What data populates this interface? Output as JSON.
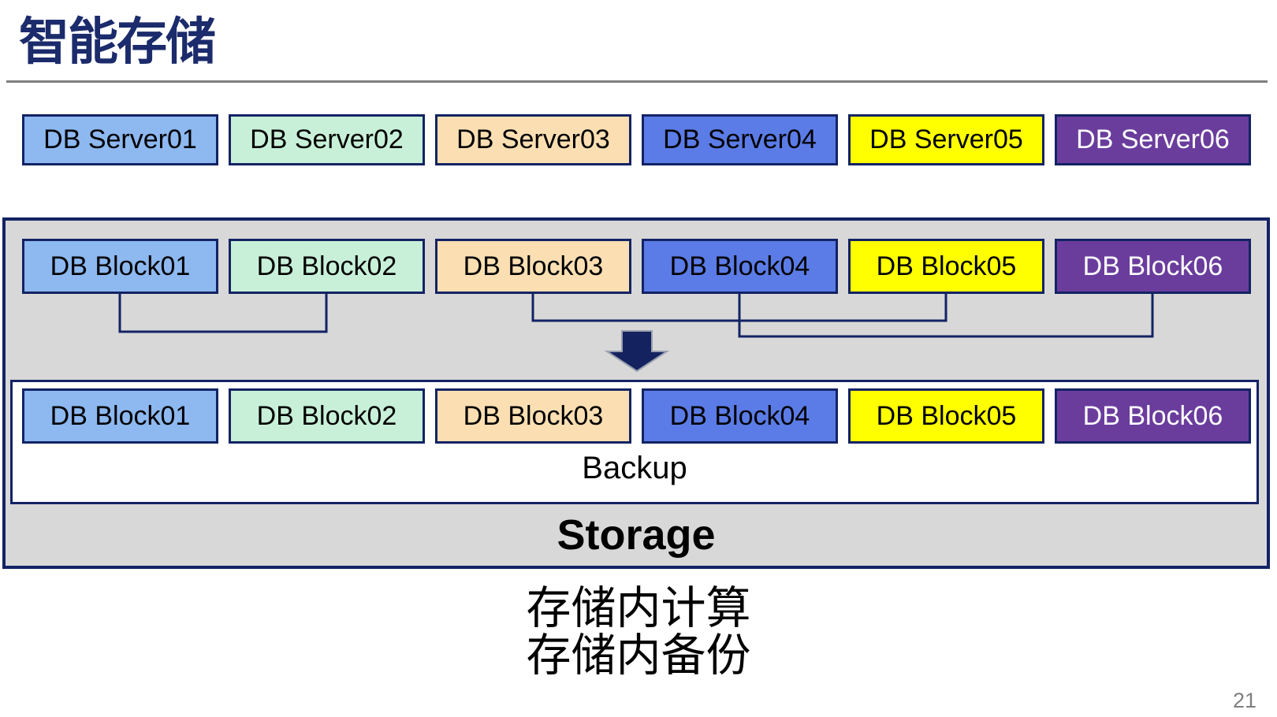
{
  "slide": {
    "title": "智能存储",
    "page_number": "21",
    "caption_line1": "存储内计算",
    "caption_line2": "存储内备份"
  },
  "palette": {
    "title_color": "#1b2b6b",
    "navy_border": "#132364",
    "container_fill": "#d8d8d8",
    "rule_color": "#7f7f7f",
    "arrow_fill": "#14235f"
  },
  "server_row": [
    {
      "label": "DB Server01",
      "fill": "#8db8f0",
      "text_color": "#000000"
    },
    {
      "label": "DB Server02",
      "fill": "#c8f0d8",
      "text_color": "#000000"
    },
    {
      "label": "DB Server03",
      "fill": "#fbdfb2",
      "text_color": "#000000"
    },
    {
      "label": "DB Server04",
      "fill": "#5b7ce6",
      "text_color": "#000000"
    },
    {
      "label": "DB Server05",
      "fill": "#ffff00",
      "text_color": "#000000"
    },
    {
      "label": "DB Server06",
      "fill": "#6a3d9d",
      "text_color": "#ffffff"
    }
  ],
  "storage_unit": {
    "upper_blocks": [
      {
        "label": "DB Block01",
        "fill": "#8db8f0",
        "text_color": "#000000"
      },
      {
        "label": "DB Block02",
        "fill": "#c8f0d8",
        "text_color": "#000000"
      },
      {
        "label": "DB Block03",
        "fill": "#fbdfb2",
        "text_color": "#000000"
      },
      {
        "label": "DB Block04",
        "fill": "#5b7ce6",
        "text_color": "#000000"
      },
      {
        "label": "DB Block05",
        "fill": "#ffff00",
        "text_color": "#000000"
      },
      {
        "label": "DB Block06",
        "fill": "#6a3d9d",
        "text_color": "#ffffff"
      }
    ],
    "lower_blocks": [
      {
        "label": "DB Block01",
        "fill": "#8db8f0",
        "text_color": "#000000"
      },
      {
        "label": "DB Block02",
        "fill": "#c8f0d8",
        "text_color": "#000000"
      },
      {
        "label": "DB Block03",
        "fill": "#fbdfb2",
        "text_color": "#000000"
      },
      {
        "label": "DB Block04",
        "fill": "#5b7ce6",
        "text_color": "#000000"
      },
      {
        "label": "DB Block05",
        "fill": "#ffff00",
        "text_color": "#000000"
      },
      {
        "label": "DB Block06",
        "fill": "#6a3d9d",
        "text_color": "#ffffff"
      }
    ],
    "backup_label": "Backup",
    "storage_label": "Storage"
  }
}
